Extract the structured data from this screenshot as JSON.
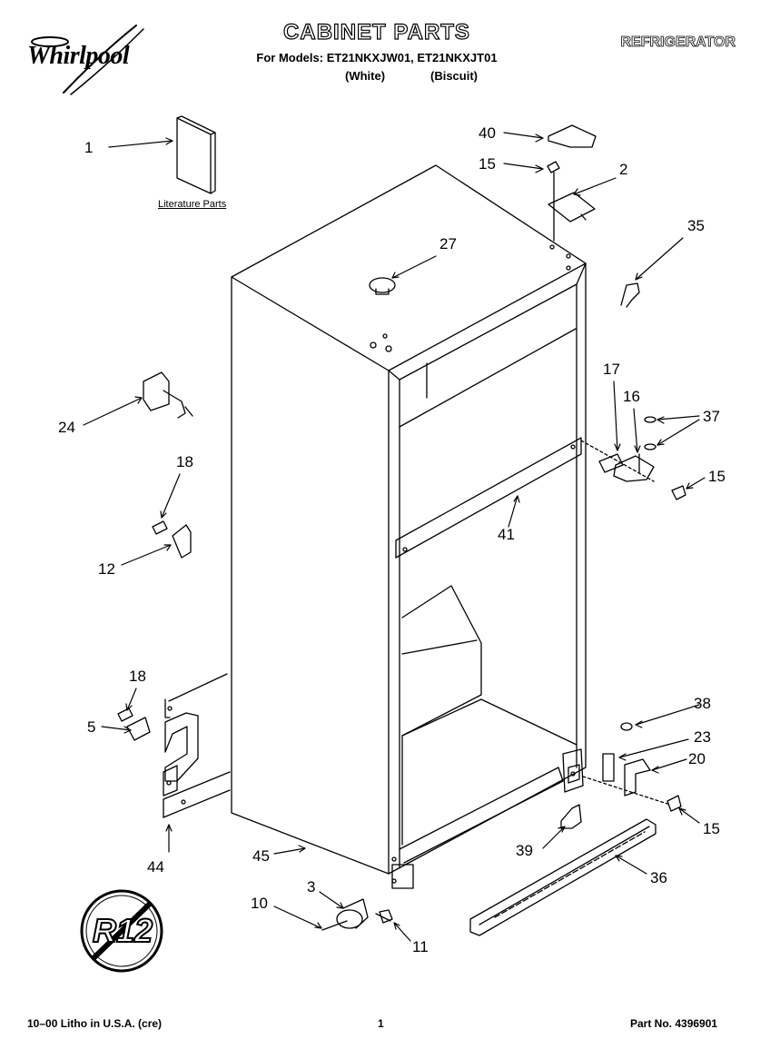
{
  "header": {
    "brand": "Whirlpool",
    "title": "CABINET PARTS",
    "models_line": "For Models: ET21NKXJW01, ET21NKXJT01",
    "color_white": "(White)",
    "color_biscuit": "(Biscuit)",
    "product": "REFRIGERATOR"
  },
  "literature_label": "Literature Parts",
  "refrigerant_badge": "R12",
  "footer": {
    "left": "10–00 Litho in U.S.A. (cre)",
    "center": "1",
    "right": "Part No. 4396901"
  },
  "callouts": [
    "1",
    "40",
    "15",
    "2",
    "35",
    "27",
    "24",
    "17",
    "16",
    "37",
    "15",
    "18",
    "12",
    "41",
    "18",
    "5",
    "38",
    "23",
    "20",
    "15",
    "44",
    "45",
    "39",
    "36",
    "3",
    "10",
    "11"
  ]
}
